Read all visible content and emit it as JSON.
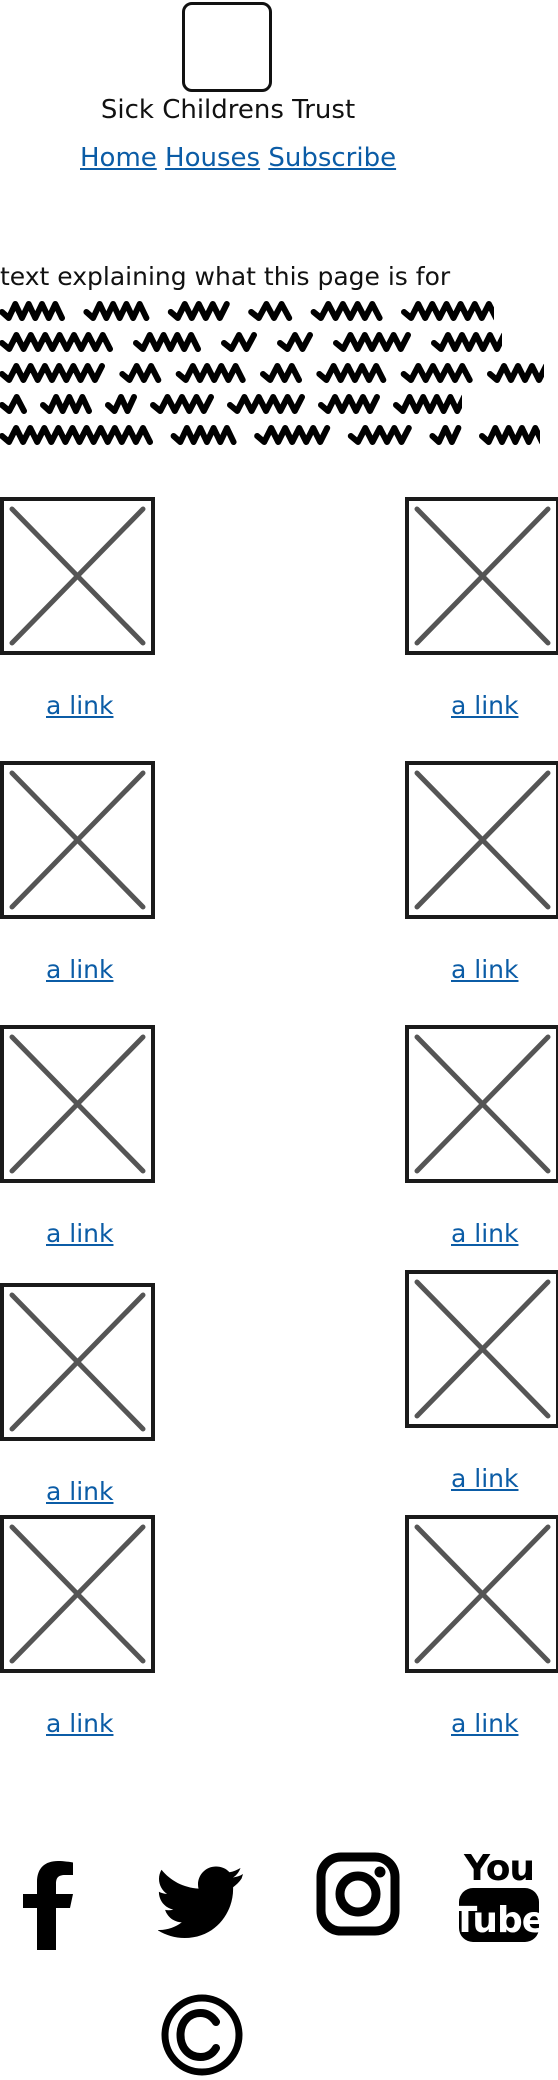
{
  "header": {
    "site_title": "Sick Childrens Trust",
    "nav": [
      {
        "label": "Home"
      },
      {
        "label": "Houses"
      },
      {
        "label": "Subscribe"
      }
    ]
  },
  "intro": {
    "heading": "text explaining what this page is for"
  },
  "cards": [
    {
      "link_label": "a link"
    },
    {
      "link_label": "a link"
    },
    {
      "link_label": "a link"
    },
    {
      "link_label": "a link"
    },
    {
      "link_label": "a link"
    },
    {
      "link_label": "a link"
    },
    {
      "link_label": "a link"
    },
    {
      "link_label": "a link"
    },
    {
      "link_label": "a link"
    },
    {
      "link_label": "a link"
    }
  ],
  "footer": {
    "social_icons": [
      "facebook-icon",
      "twitter-icon",
      "instagram-icon",
      "youtube-icon"
    ],
    "copyright_icon": "copyright-icon"
  },
  "colors": {
    "link": "#0b5ca6",
    "text": "#111111",
    "placeholder_stroke": "#555555",
    "placeholder_border": "#1a1a1a"
  }
}
